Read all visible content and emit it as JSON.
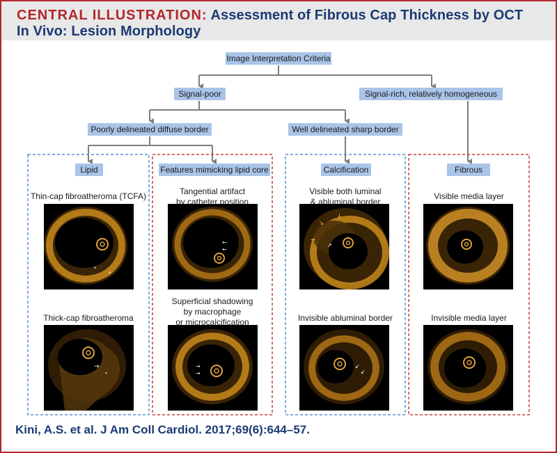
{
  "header": {
    "prefix": "CENTRAL ILLUSTRATION:",
    "title_line1": "Assessment of Fibrous Cap Thickness by OCT",
    "title_line2": "In Vivo: Lesion Morphology"
  },
  "nodes": {
    "root": "Image Interpretation Criteria",
    "signal_poor": "Signal-poor",
    "signal_rich": "Signal-rich, relatively homogeneous",
    "poorly_delineated": "Poorly delineated diffuse border",
    "well_delineated": "Well delineated sharp border",
    "lipid": "Lipid",
    "mimicking": "Features mimicking lipid core",
    "calcification": "Calcification",
    "fibrous": "Fibrous"
  },
  "panels": {
    "lipid": {
      "caption_top": "Thin-cap fibroatheroma (TCFA)",
      "caption_bottom": "Thick-cap fibroatheroma"
    },
    "mimicking": {
      "caption_top_l1": "Tangential artifact",
      "caption_top_l2": "by catheter position",
      "caption_bottom_l1": "Superficial shadowing",
      "caption_bottom_l2": "by macrophage",
      "caption_bottom_l3": "or microcalcification"
    },
    "calcification": {
      "caption_top_l1": "Visible both luminal",
      "caption_top_l2": "& abluminal border",
      "caption_bottom": "Invisible abluminal border"
    },
    "fibrous": {
      "caption_top": "Visible media layer",
      "caption_bottom": "Invisible media layer"
    }
  },
  "colors": {
    "frame": "#b3262b",
    "title": "#1b3a73",
    "node": "#a9c4e8",
    "blue_dash": "#5b8fd6",
    "red_dash": "#cc3b3b",
    "connector": "#7d7d7d"
  },
  "footer": {
    "citation": "Kini, A.S. et al. J Am Coll Cardiol. 2017;69(6):644–57."
  }
}
